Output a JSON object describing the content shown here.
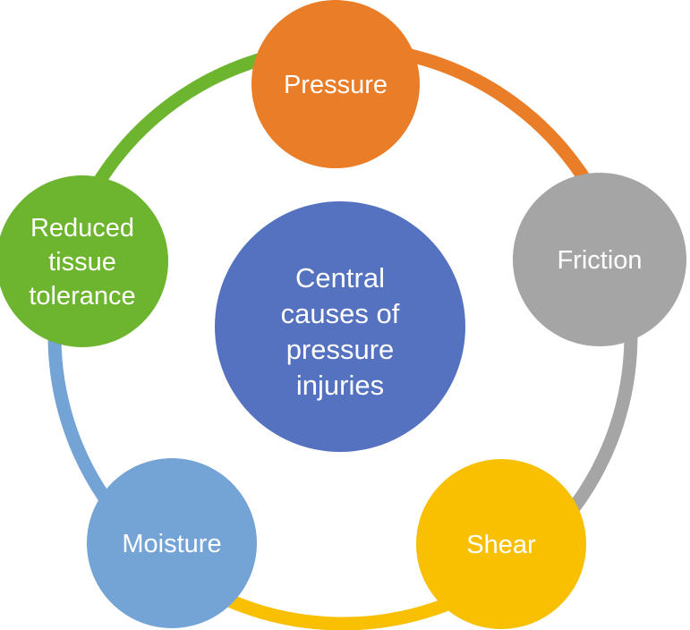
{
  "diagram": {
    "center": {
      "lines": [
        "Central",
        "causes of",
        "pressure",
        "injuries"
      ],
      "color": "#5472C0"
    },
    "nodes": [
      {
        "id": "pressure",
        "lines": [
          "Pressure"
        ],
        "color": "#EA7D28"
      },
      {
        "id": "friction",
        "lines": [
          "Friction"
        ],
        "color": "#A5A5A5"
      },
      {
        "id": "shear",
        "lines": [
          "Shear"
        ],
        "color": "#F8C000"
      },
      {
        "id": "moisture",
        "lines": [
          "Moisture"
        ],
        "color": "#74A3D6"
      },
      {
        "id": "reduced-tissue-tolerance",
        "lines": [
          "Reduced",
          "tissue",
          "tolerance"
        ],
        "color": "#6EB52F"
      }
    ],
    "connectors": [
      {
        "from": "pressure",
        "to": "friction",
        "color": "#EA7D28"
      },
      {
        "from": "friction",
        "to": "shear",
        "color": "#A5A5A5"
      },
      {
        "from": "shear",
        "to": "moisture",
        "color": "#F8C000"
      },
      {
        "from": "moisture",
        "to": "reduced-tissue-tolerance",
        "color": "#74A3D6"
      },
      {
        "from": "reduced-tissue-tolerance",
        "to": "pressure",
        "color": "#6EB52F"
      }
    ]
  }
}
